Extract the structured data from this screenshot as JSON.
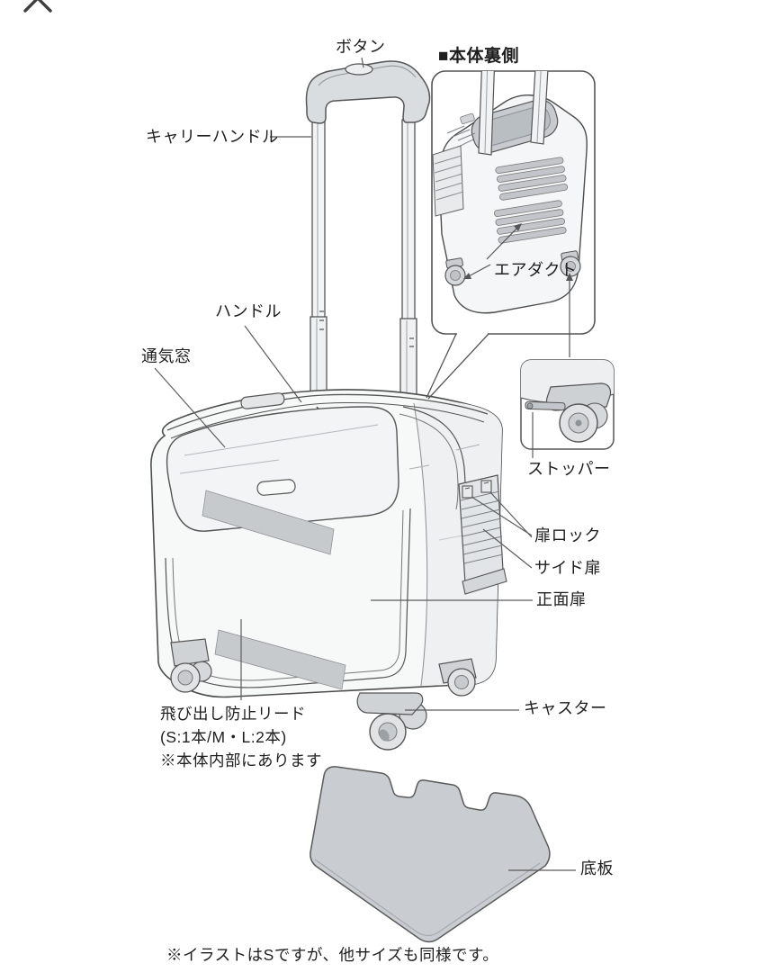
{
  "viewer": {
    "close_icon_glyph": "✕"
  },
  "labels": {
    "button": "ボタン",
    "carry_handle": "キャリーハンドル",
    "back_view_title": "■本体裏側",
    "air_duct": "エアダクト",
    "handle": "ハンドル",
    "vent_window": "通気窓",
    "stopper": "ストッパー",
    "door_lock": "扉ロック",
    "side_door": "サイド扉",
    "front_door": "正面扉",
    "caster": "キャスター",
    "bottom_board": "底板",
    "leash": {
      "line1": "飛び出し防止リード",
      "line2": "(S:1本/M・L:2本)",
      "line3": "※本体内部にあります"
    },
    "footnote": "※イラストはSですが、他サイズも同様です。"
  },
  "colors": {
    "background": "#ffffff",
    "outline": "#4d4d4d",
    "text": "#1e1e1e",
    "fill_light": "#f6f7f8",
    "fill_shade": "#eceef0",
    "fill_gray": "#c9ccd0",
    "band_gray": "#c6cacd"
  }
}
